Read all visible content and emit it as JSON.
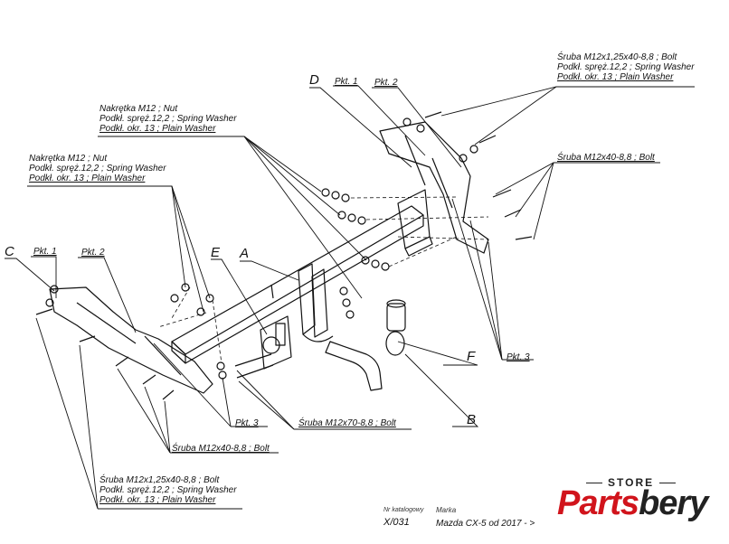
{
  "labels": {
    "bolt_top": [
      "Śruba M12x1,25x40-8,8 ;  Bolt",
      "Podkł. spręż.12,2 ; Spring Washer",
      "Podkł. okr. 13 ; Plain Washer"
    ],
    "bolt_right": "Śruba M12x40-8,8 ;  Bolt",
    "nut_center": [
      "Nakrętka  M12 ; Nut",
      "Podkł. spręż.12,2 ; Spring Washer",
      "Podkł. okr. 13 ; Plain Washer"
    ],
    "nut_left": [
      "Nakrętka  M12 ; Nut",
      "Podkł. spręż.12,2 ; Spring Washer",
      "Podkł. okr. 13 ; Plain Washer"
    ],
    "bolt_bottom": [
      "Śruba M12x1,25x40-8,8 ;  Bolt",
      "Podkł. spręż.12,2 ; Spring Washer",
      "Podkł. okr. 13 ; Plain Washer"
    ],
    "bolt_m12x40_bottom": "Śruba M12x40-8,8 ;  Bolt",
    "bolt_m12x70": "Śruba M12x70-8,8 ;  Bolt",
    "pkt1": "Pkt. 1",
    "pkt2": "Pkt. 2",
    "pkt3": "Pkt. 3"
  },
  "letters": {
    "a": "A",
    "b": "B",
    "c": "C",
    "d": "D",
    "e": "E",
    "f": "F"
  },
  "catalog": {
    "nr_label": "Nr katalogowy",
    "marka_label": "Marka",
    "number": "X/031",
    "model": "Mazda CX-5   od  2017 - >"
  },
  "logo": {
    "store": "STORE",
    "part1": "Parts",
    "part2": "bery"
  },
  "colors": {
    "ink": "#111111",
    "brand_red": "#d1141c",
    "brand_dark": "#222222"
  }
}
